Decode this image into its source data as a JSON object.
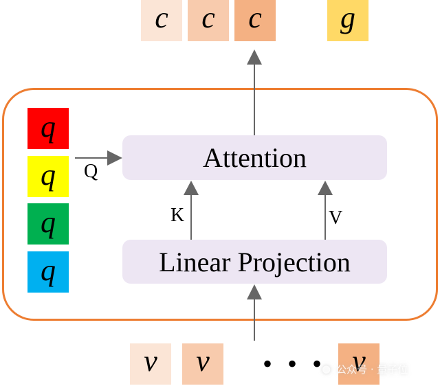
{
  "diagram": {
    "type": "attention-module",
    "output_tokens": [
      {
        "symbol": "c",
        "color": "#FBE5D6"
      },
      {
        "symbol": "c",
        "color": "#F8CBAD"
      },
      {
        "symbol": "c",
        "color": "#F4B183"
      },
      {
        "symbol": "g",
        "color": "#FFD966"
      }
    ],
    "query_tokens": [
      {
        "symbol": "q",
        "color": "#FF0000"
      },
      {
        "symbol": "q",
        "color": "#FFFF00"
      },
      {
        "symbol": "q",
        "color": "#00B050"
      },
      {
        "symbol": "q",
        "color": "#00B0F0"
      }
    ],
    "input_tokens": [
      {
        "symbol": "v",
        "color": "#FBE5D6"
      },
      {
        "symbol": "v",
        "color": "#F8CBAD"
      },
      {
        "symbol": "v",
        "color": "#F4B183"
      }
    ],
    "ellipsis": "• • •",
    "blocks": {
      "attention": "Attention",
      "linear_projection": "Linear Projection"
    },
    "arrow_labels": {
      "q": "Q",
      "k": "K",
      "v": "V"
    },
    "colors": {
      "container_border": "#ED7D31",
      "block_fill": "#EDE6F3",
      "arrow": "#666666"
    }
  },
  "watermark": {
    "text": "公众号 · 量子位"
  }
}
